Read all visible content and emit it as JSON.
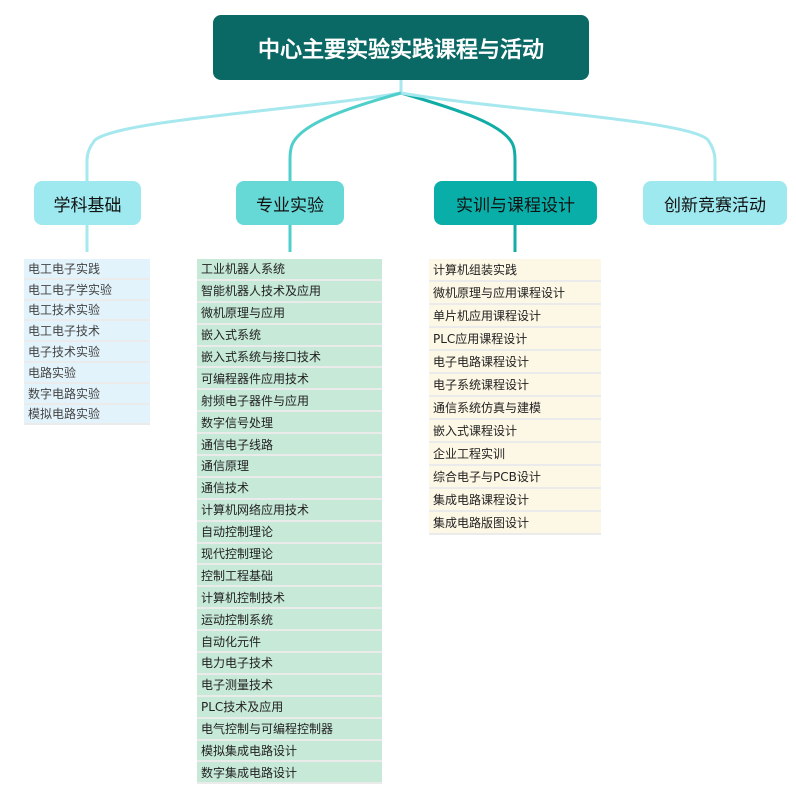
{
  "root": {
    "title": "中心主要实验实践课程与活动",
    "color": "#0b6965"
  },
  "branches": [
    {
      "label": "学科基础",
      "color": "#9ee9ef",
      "items": [
        "电工电子实践",
        "电工电子学实验",
        "电工技术实验",
        "电工电子技术",
        "电子技术实验",
        "电路实验",
        "数字电路实验",
        "模拟电路实验"
      ]
    },
    {
      "label": "专业实验",
      "color": "#66d9d6",
      "items": [
        "工业机器人系统",
        "智能机器人技术及应用",
        "微机原理与应用",
        "嵌入式系统",
        "嵌入式系统与接口技术",
        "可编程器件应用技术",
        "射频电子器件与应用",
        "数字信号处理",
        "通信电子线路",
        "通信原理",
        "通信技术",
        "计算机网络应用技术",
        "自动控制理论",
        "现代控制理论",
        "控制工程基础",
        "计算机控制技术",
        "运动控制系统",
        "自动化元件",
        "电力电子技术",
        "电子测量技术",
        "PLC技术及应用",
        "电气控制与可编程控制器",
        "模拟集成电路设计",
        "数字集成电路设计"
      ]
    },
    {
      "label": "实训与课程设计",
      "color": "#0aaea8",
      "items": [
        "计算机组装实践",
        "微机原理与应用课程设计",
        "单片机应用课程设计",
        "PLC应用课程设计",
        "电子电路课程设计",
        "电子系统课程设计",
        "通信系统仿真与建模",
        "嵌入式课程设计",
        "企业工程实训",
        "综合电子与PCB设计",
        "集成电路课程设计",
        "集成电路版图设计"
      ]
    },
    {
      "label": "创新竞赛活动",
      "color": "#9ee9ef",
      "items": []
    }
  ]
}
